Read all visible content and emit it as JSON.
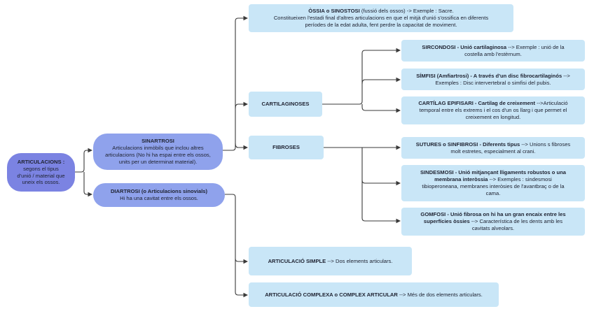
{
  "nodes": {
    "articulacions": {
      "title": "ARTICULACIONS :",
      "lines": [
        "segons el tipus",
        "d'unió / material que",
        "uneix els ossos."
      ]
    },
    "sinartrosi": {
      "title": "SINARTROSI",
      "lines": [
        "Articulacions inmòbils que inclou altres",
        "articulacions (No hi ha espai entre els ossos,",
        "units per un determinat material)."
      ]
    },
    "diartrosi": {
      "title": "DIARTROSI (o Articulacions sinovials)",
      "lines": [
        "Hi ha una cavitat entre els ossos."
      ]
    },
    "ossia": {
      "title": "ÒSSIA o SINOSTOSI",
      "title_rest": " (fussió dels ossos) -> Exemple : Sacre.",
      "lines": [
        "Constitueixen l'estadi final d'altres articulacions en que el mitjà d'unió s'ossifica en diferents",
        "períodes de la edat adulta, fent perdre la capacitat de moviment."
      ]
    },
    "cartilaginoses": {
      "title": "CARTILAGINOSES"
    },
    "fibroses": {
      "title": "FIBROSES"
    },
    "sincondosi": {
      "title": "SIRCONDOSI - Unió cartilaginosa",
      "title_rest": " --> Exemple : unió de la",
      "lines": [
        "costella amb l'estèrnum."
      ]
    },
    "simfisi": {
      "title": "SÍMFISI   (Amfiartrosi) - A través d'un disc fibrocartilaginós",
      "title_rest": " -->",
      "lines": [
        "Exemples : Disc intervertebral o simfisi del pubis."
      ]
    },
    "cartilag": {
      "title": "CARTÍLAG EPIFISARI - Cartilag de creixement",
      "title_rest": " -->Articulació",
      "lines": [
        "temporal entre els extrems i el cos d'un os llarg i que permet el",
        "creixement en longitud."
      ]
    },
    "sutures": {
      "title": "SUTURES o SINFIBROSI - Diferents tipus",
      "title_rest": " --> Unions s fibroses",
      "lines": [
        "molt estretes, especialment al crani."
      ]
    },
    "sindesmosi": {
      "title": "SINDESMOSI - Unió mitjançant lligaments robustos o una",
      "title2": "membrana interòssia",
      "title2_rest": " --> Exemples : sindesmosi",
      "lines": [
        "tibioperoneana, membranes interòsies de l'avantbraç o de la",
        "cama."
      ]
    },
    "gomfosi": {
      "title": "GOMFOSI - Unió fibrosa on hi ha un gran encaix entre les",
      "title2": "superfícies òssies",
      "title2_rest": "  --> Característica de les dents amb les",
      "lines": [
        "cavitats alveolars."
      ]
    },
    "simple": {
      "title": "ARTICULACIÓ SIMPLE",
      "title_rest": " --> Dos elements articulars."
    },
    "complexa": {
      "title": "ARTICULACIÓ COMPLEXA o COMPLEX ARTICULAR",
      "title_rest": " --> Més de dos elements articulars."
    }
  },
  "colors": {
    "root": "#7b83e2",
    "branch": "#8fa2ec",
    "leaf": "#c9e6f7",
    "connector": "#3a3a3a"
  }
}
